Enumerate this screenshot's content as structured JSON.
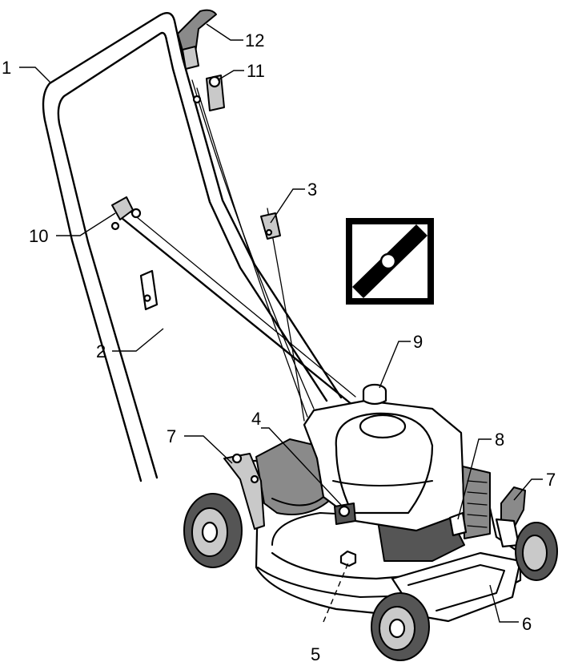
{
  "callouts": [
    {
      "id": "1",
      "label": "1"
    },
    {
      "id": "2",
      "label": "2"
    },
    {
      "id": "3",
      "label": "3"
    },
    {
      "id": "4",
      "label": "4"
    },
    {
      "id": "5",
      "label": "5"
    },
    {
      "id": "6",
      "label": "6"
    },
    {
      "id": "7a",
      "label": "7"
    },
    {
      "id": "7b",
      "label": "7"
    },
    {
      "id": "8",
      "label": "8"
    },
    {
      "id": "9",
      "label": "9"
    },
    {
      "id": "10",
      "label": "10"
    },
    {
      "id": "11",
      "label": "11"
    },
    {
      "id": "12",
      "label": "12"
    }
  ],
  "icons": {
    "blade_symbol": "mower-blade-icon"
  },
  "colors": {
    "line": "#000000",
    "background": "#ffffff",
    "shade_dark": "#555555",
    "shade_mid": "#8a8a8a",
    "shade_light": "#c9c9c9"
  }
}
